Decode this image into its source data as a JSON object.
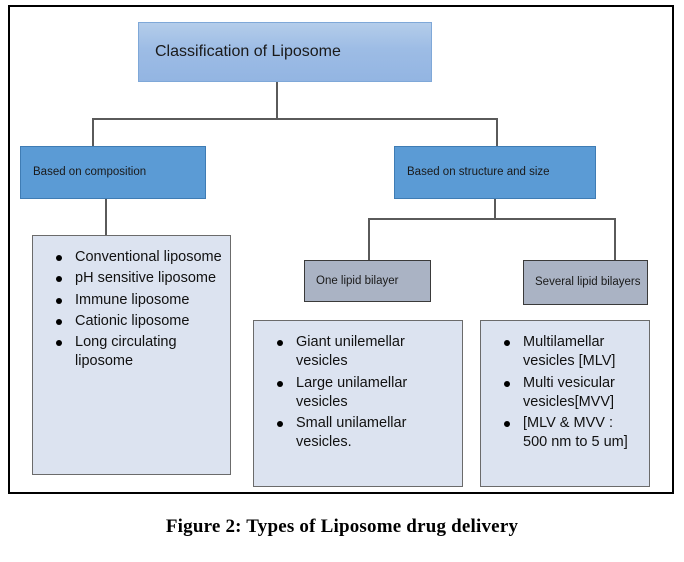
{
  "figure": {
    "caption": "Figure 2: Types of Liposome drug delivery"
  },
  "colors": {
    "title_fill": "#9dbce5",
    "level2_fill": "#5b9bd5",
    "gray_fill": "#aab3c4",
    "list_fill": "#dce3f0",
    "connector": "#5a5a5a",
    "frame": "#000000"
  },
  "diagram": {
    "title": "Classification of Liposome",
    "branches": {
      "composition": {
        "label": "Based on composition",
        "items": [
          "Conventional liposome",
          "pH sensitive liposome",
          "Immune liposome",
          "Cationic liposome",
          "Long circulating liposome"
        ]
      },
      "structure_size": {
        "label": "Based on structure and size",
        "children": [
          {
            "label": "One lipid bilayer",
            "items": [
              "Giant unilemellar vesicles",
              "Large unilamellar vesicles",
              "Small unilamellar vesicles."
            ]
          },
          {
            "label": "Several lipid bilayers",
            "items": [
              "Multilamellar vesicles [MLV]",
              "Multi vesicular vesicles[MVV]",
              "[MLV & MVV : 500 nm to 5 um]"
            ]
          }
        ]
      }
    }
  }
}
